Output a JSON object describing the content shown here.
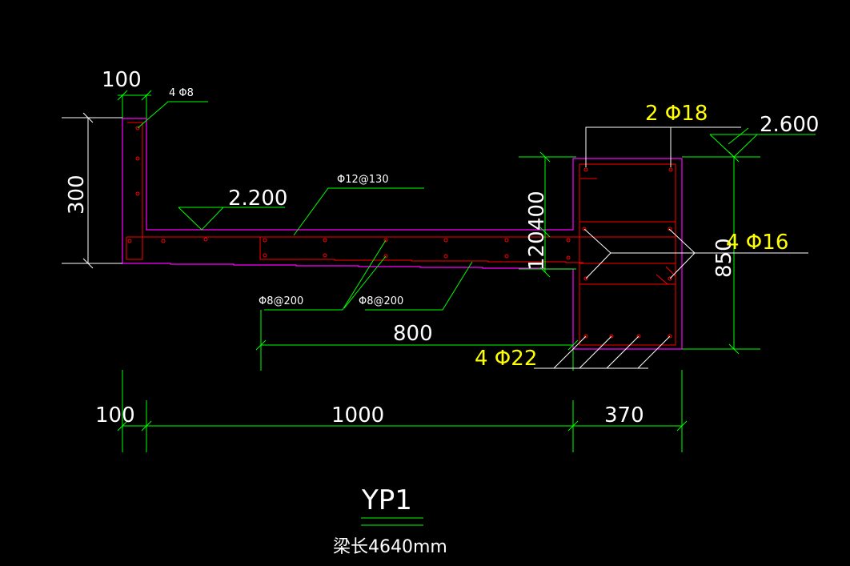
{
  "drawing": {
    "title": "YP1",
    "subtitle": "梁长4640mm",
    "colors": {
      "background": "#000000",
      "dimension_lines": "#00ff00",
      "concrete_outline": "#ff00ff",
      "rebar": "#ff0000",
      "leader_lines": "#ffffff",
      "text": "#ffffff",
      "main_rebar_text": "#ffff00"
    },
    "dimensions": {
      "top_wall_width": "100",
      "wall_height": "300",
      "beam_upper_height": "400",
      "slab_thickness": "120",
      "beam_total_height": "850",
      "stirrup_extent": "800",
      "bottom_wall": "100",
      "bottom_slab": "1000",
      "bottom_beam": "370"
    },
    "elevations": {
      "slab_level": "2.200",
      "beam_top_level": "2.600"
    },
    "rebar_labels": {
      "wall_bars": "4 Φ8",
      "slab_top": "Φ12@130",
      "slab_dist_1": "Φ8@200",
      "slab_dist_2": "Φ8@200",
      "beam_top": "2 Φ18",
      "beam_side": "4 Φ16",
      "beam_bottom": "4 Φ22"
    }
  }
}
